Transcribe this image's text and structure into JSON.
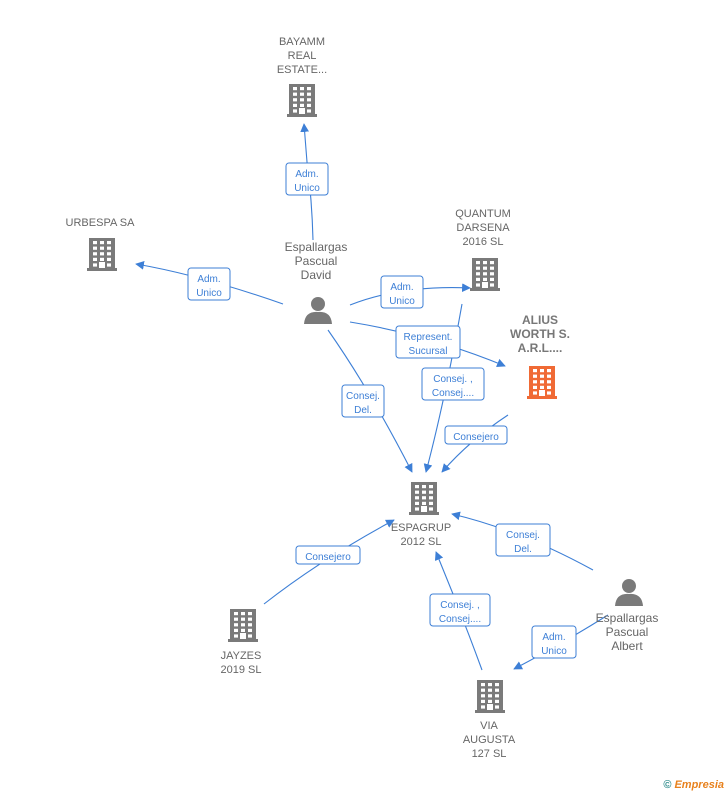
{
  "colors": {
    "building": "#7a7a7a",
    "building_highlight": "#f06a35",
    "person": "#7a7a7a",
    "edge": "#3d7fd6"
  },
  "nodes": [
    {
      "id": "bayamm",
      "type": "company",
      "lines": [
        "BAYAMM",
        "REAL",
        "ESTATE..."
      ]
    },
    {
      "id": "urbespa",
      "type": "company",
      "lines": [
        "URBESPA SA"
      ]
    },
    {
      "id": "david",
      "type": "person",
      "lines": [
        "Espallargas",
        "Pascual",
        "David"
      ]
    },
    {
      "id": "quantum",
      "type": "company",
      "lines": [
        "QUANTUM",
        "DARSENA",
        "2016  SL"
      ]
    },
    {
      "id": "alius",
      "type": "company",
      "highlight": true,
      "lines": [
        "ALIUS",
        "WORTH S.",
        "A.R.L...."
      ]
    },
    {
      "id": "espagrup",
      "type": "company",
      "lines": [
        "ESPAGRUP",
        "2012 SL"
      ]
    },
    {
      "id": "jayzes",
      "type": "company",
      "lines": [
        "JAYZES",
        "2019  SL"
      ]
    },
    {
      "id": "albert",
      "type": "person",
      "lines": [
        "Espallargas",
        "Pascual",
        "Albert"
      ]
    },
    {
      "id": "via",
      "type": "company",
      "lines": [
        "VIA",
        "AUGUSTA",
        "127  SL"
      ]
    }
  ],
  "edges": [
    {
      "id": "e1",
      "label": [
        "Adm.",
        "Unico"
      ]
    },
    {
      "id": "e2",
      "label": [
        "Adm.",
        "Unico"
      ]
    },
    {
      "id": "e3",
      "label": [
        "Adm.",
        "Unico"
      ]
    },
    {
      "id": "e4",
      "label": [
        "Represent.",
        "Sucursal"
      ]
    },
    {
      "id": "e5",
      "label": [
        "Consej.",
        "Del."
      ]
    },
    {
      "id": "e6",
      "label": [
        "Consej. ,",
        "Consej...."
      ]
    },
    {
      "id": "e7",
      "label": [
        "Consejero"
      ]
    },
    {
      "id": "e8",
      "label": [
        "Consejero"
      ]
    },
    {
      "id": "e9",
      "label": [
        "Consej.",
        "Del."
      ]
    },
    {
      "id": "e10",
      "label": [
        "Consej. ,",
        "Consej...."
      ]
    },
    {
      "id": "e11",
      "label": [
        "Adm.",
        "Unico"
      ]
    }
  ],
  "credit": {
    "copyright": "©",
    "brand": "Empresia"
  }
}
